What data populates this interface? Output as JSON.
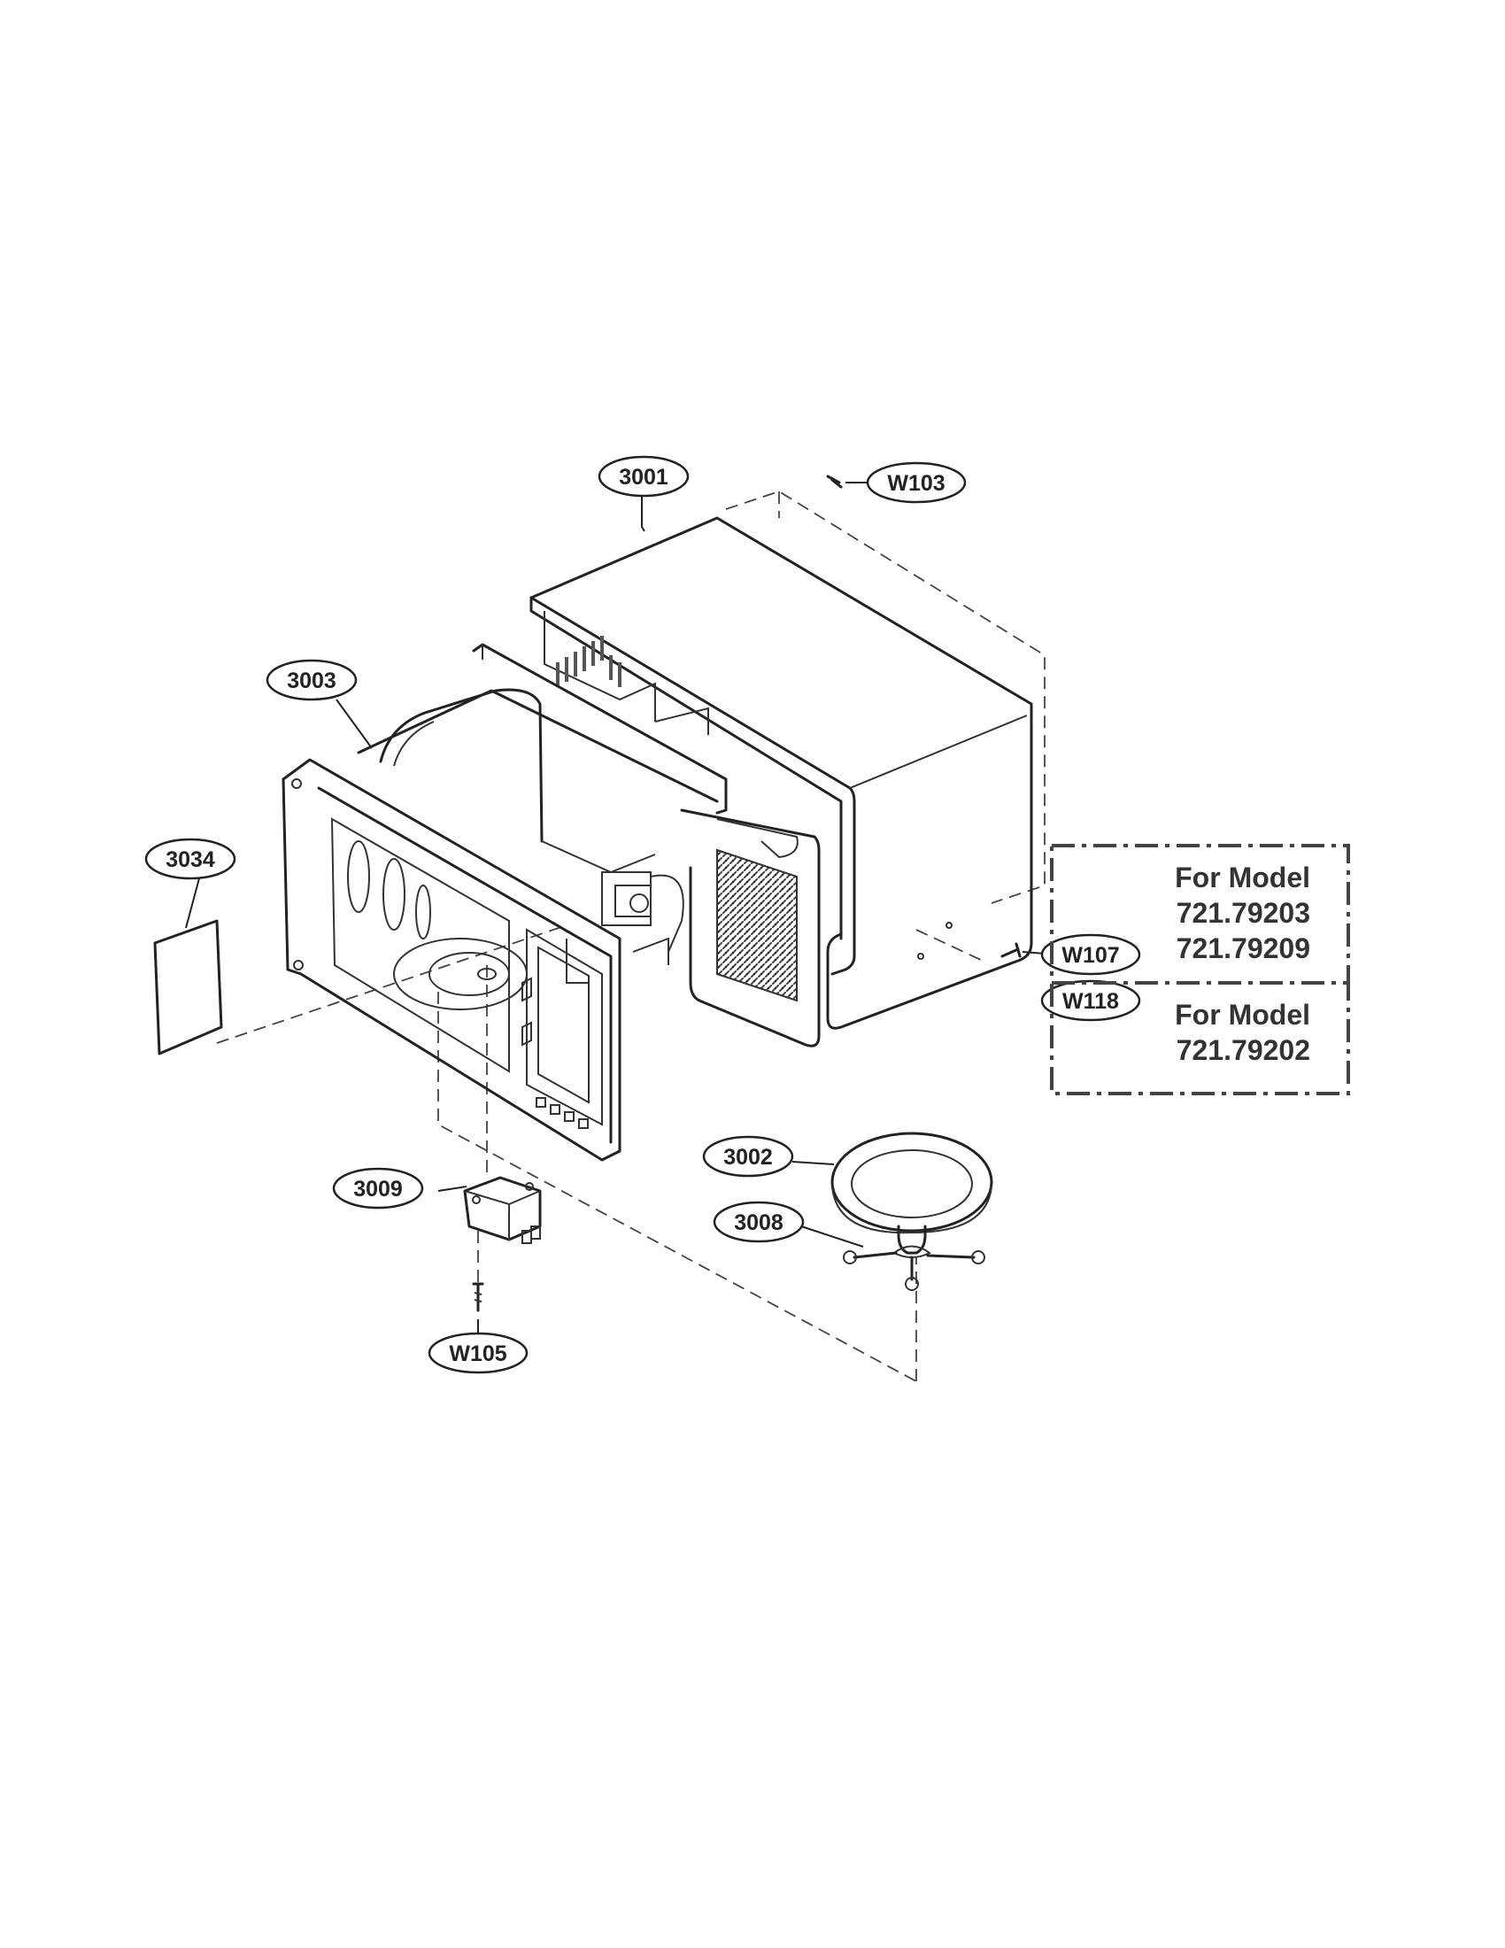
{
  "diagram": {
    "callouts": {
      "c3001": "3001",
      "w103": "W103",
      "c3003": "3003",
      "c3034": "3034",
      "w107": "W107",
      "w118": "W118",
      "c3002": "3002",
      "c3009": "3009",
      "c3008": "3008",
      "w105": "W105"
    },
    "model_boxes": [
      {
        "heading": "For Model",
        "models": [
          "721.79203",
          "721.79209"
        ]
      },
      {
        "heading": "For Model",
        "models": [
          "721.79202"
        ]
      }
    ]
  }
}
